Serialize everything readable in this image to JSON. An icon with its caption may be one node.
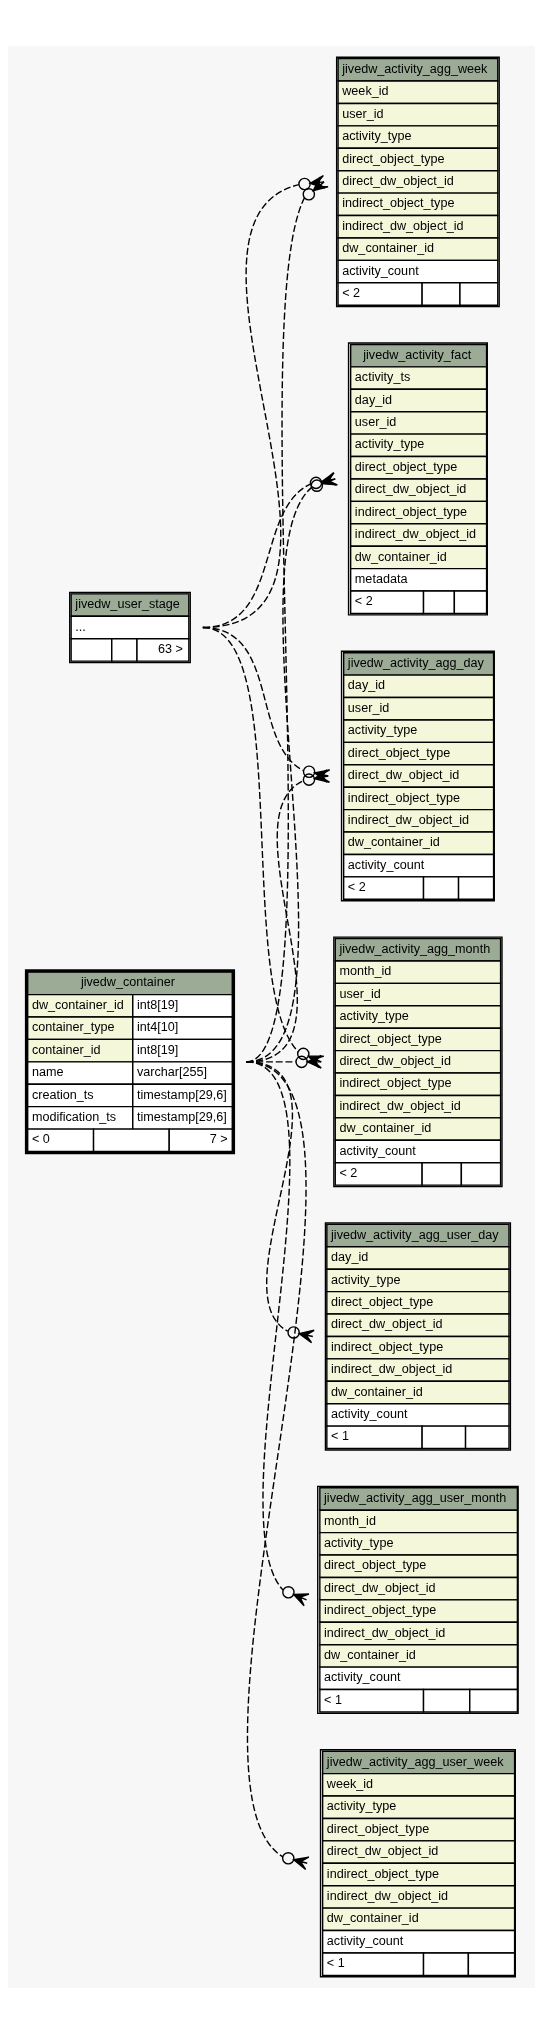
{
  "diagram": {
    "nodes": [
      {
        "text": [
          "jivedw_activity_agg_month",
          "month_id",
          "user_id",
          "activity_type",
          "direct_object_type",
          "direct_dw_object_id",
          "indirect_object_type",
          "indirect_dw_object_id",
          "dw_container_id",
          "activity_count",
          "< 2"
        ]
      },
      {
        "text": [
          "jivedw_activity_agg_week",
          "week_id",
          "user_id",
          "activity_type",
          "direct_object_type",
          "direct_dw_object_id",
          "indirect_object_type",
          "indirect_dw_object_id",
          "dw_container_id",
          "activity_count",
          "< 2"
        ]
      },
      {
        "text": [
          "jivedw_user_stage",
          "...",
          "63 >"
        ]
      },
      {
        "text": [
          "jivedw_activity_fact",
          "activity_ts",
          "day_id",
          "user_id",
          "activity_type",
          "direct_object_type",
          "direct_dw_object_id",
          "indirect_object_type",
          "indirect_dw_object_id",
          "dw_container_id",
          "metadata",
          "< 2"
        ]
      },
      {
        "text": [
          "jivedw_activity_agg_day",
          "day_id",
          "user_id",
          "activity_type",
          "direct_object_type",
          "direct_dw_object_id",
          "indirect_object_type",
          "indirect_dw_object_id",
          "dw_container_id",
          "activity_count",
          "< 2"
        ]
      },
      {
        "text": [
          "jivedw_container",
          "dw_container_id",
          "int8[19]",
          "container_type",
          "int4[10]",
          "container_id",
          "int8[19]",
          "name",
          "varchar[255]",
          "creation_ts",
          "timestamp[29,6]",
          "modification_ts",
          "timestamp[29,6]",
          "< 0",
          "7 >"
        ]
      },
      {
        "text": [
          "jivedw_activity_agg_user_day",
          "day_id",
          "activity_type",
          "direct_object_type",
          "direct_dw_object_id",
          "indirect_object_type",
          "indirect_dw_object_id",
          "dw_container_id",
          "activity_count",
          "< 1"
        ]
      },
      {
        "text": [
          "jivedw_activity_agg_user_month",
          "month_id",
          "activity_type",
          "direct_object_type",
          "direct_dw_object_id",
          "indirect_object_type",
          "indirect_dw_object_id",
          "dw_container_id",
          "activity_count",
          "< 1"
        ]
      },
      {
        "text": [
          "jivedw_activity_agg_user_week",
          "week_id",
          "activity_type",
          "direct_object_type",
          "direct_dw_object_id",
          "indirect_object_type",
          "indirect_dw_object_id",
          "dw_container_id",
          "activity_count",
          "< 1"
        ]
      }
    ],
    "edges": [
      {
        "from": 2,
        "to": 0,
        "arrow": "other",
        "style": "dashed"
      },
      {
        "from": 2,
        "to": 1,
        "arrow": "other",
        "style": "dashed"
      },
      {
        "from": 2,
        "to": 3,
        "arrow": "other",
        "style": "dashed"
      },
      {
        "from": 2,
        "to": 4,
        "arrow": "other",
        "style": "dashed"
      },
      {
        "from": 5,
        "to": 0,
        "arrow": "other",
        "style": "dashed"
      },
      {
        "from": 5,
        "to": 1,
        "arrow": "other",
        "style": "dashed"
      },
      {
        "from": 5,
        "to": 3,
        "arrow": "other",
        "style": "dashed"
      },
      {
        "from": 5,
        "to": 4,
        "arrow": "other",
        "style": "dashed"
      },
      {
        "from": 5,
        "to": 6,
        "arrow": "other",
        "style": "dashed"
      },
      {
        "from": 5,
        "to": 7,
        "arrow": "other",
        "style": "dashed"
      },
      {
        "from": 5,
        "to": 8,
        "arrow": "other",
        "style": "dashed"
      }
    ]
  }
}
